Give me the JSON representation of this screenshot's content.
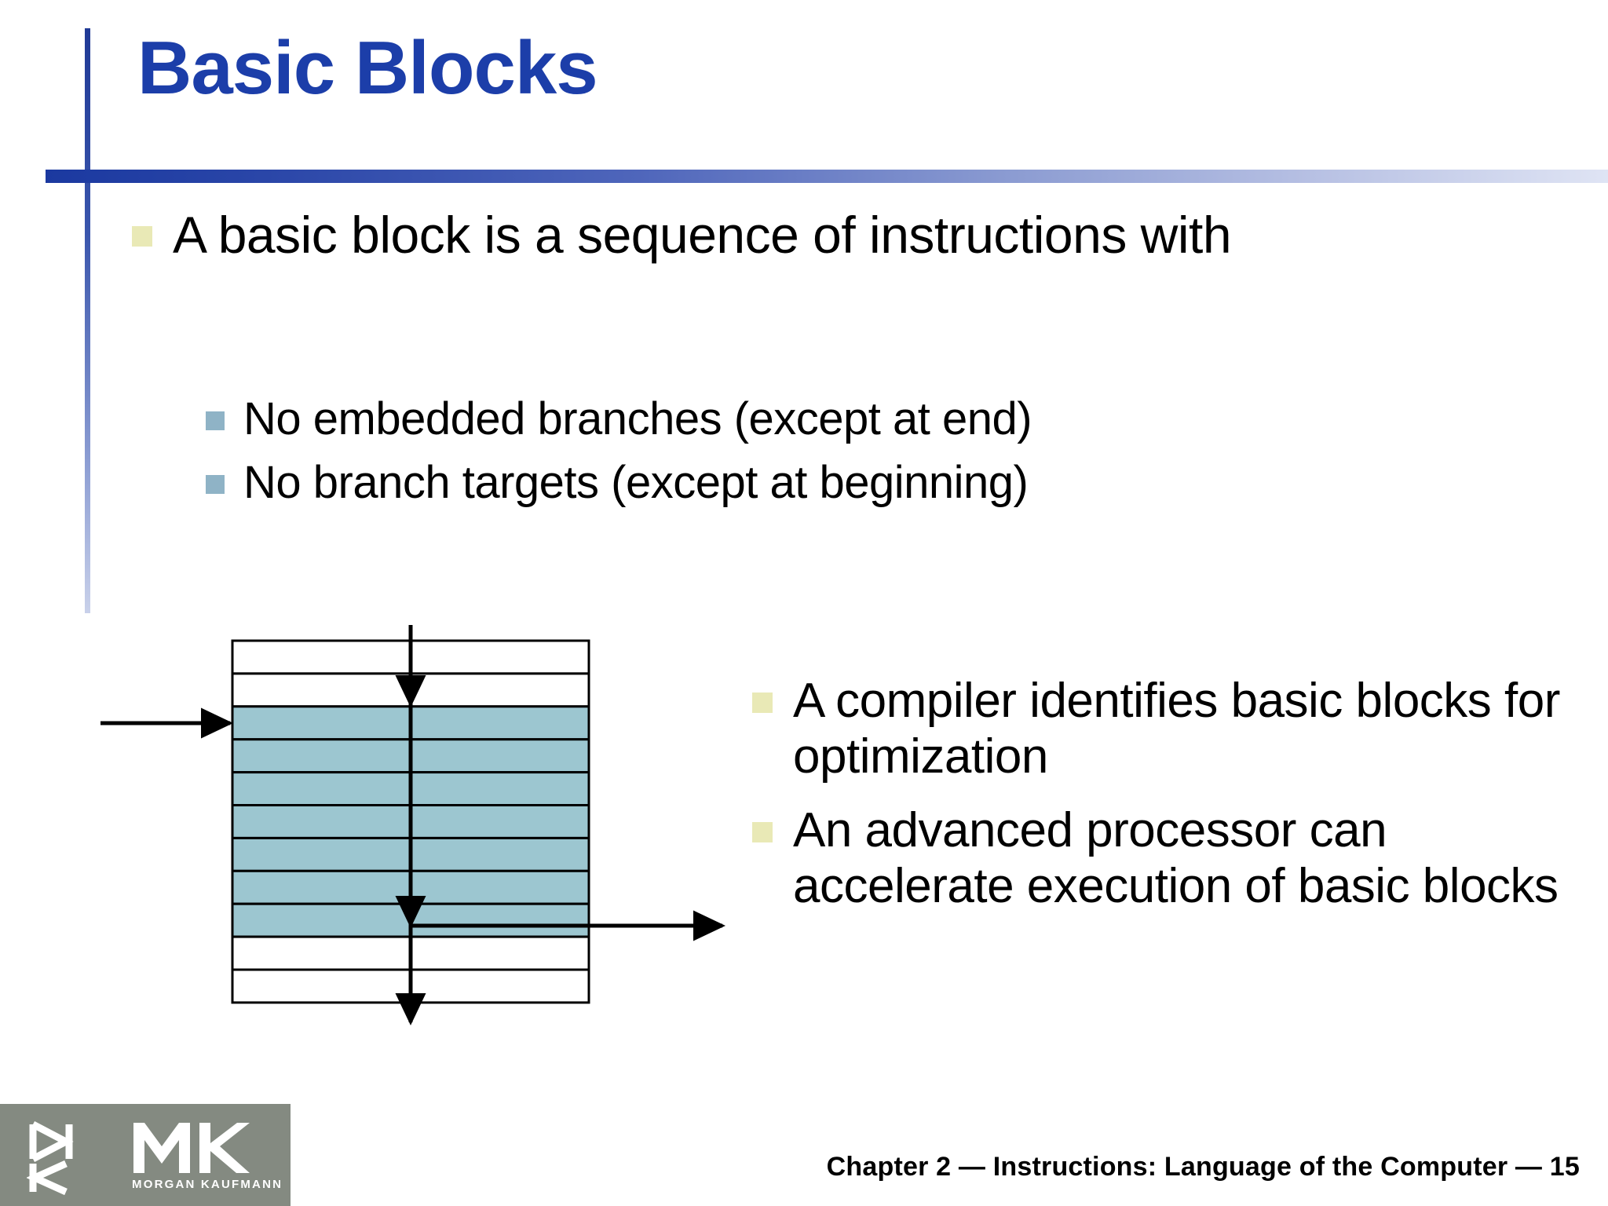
{
  "slide": {
    "title": "Basic Blocks",
    "title_color": "#1c3ea9",
    "accent_bar_color": "#1b39a0",
    "background": "#ffffff"
  },
  "body": {
    "level1_bullet_color": "#e9e9b6",
    "level2_bullet_color": "#8fb3c6",
    "main_point": "A basic block is a sequence of instructions with",
    "sub_points": [
      "No embedded branches (except at end)",
      "No branch targets (except at beginning)"
    ]
  },
  "right_column": {
    "points": [
      "A compiler identifies basic blocks for optimization",
      "An advanced processor can accelerate execution of basic blocks"
    ]
  },
  "diagram": {
    "name": "basic-block-instruction-stream",
    "row_count": 11,
    "highlighted_rows": [
      3,
      4,
      5,
      6,
      7,
      8,
      9
    ],
    "highlight_fill": "#9cc6d0",
    "plain_fill": "#ffffff",
    "stroke": "#000000",
    "entry_arrow_label": "branch target entering the basic block",
    "fallthrough_arrow_label": "sequential instruction flow",
    "exit_arrow_label": "branch leaving the basic block"
  },
  "footer": {
    "text": "Chapter 2 — Instructions: Language of the Computer — 15"
  },
  "logo": {
    "mark": "MK",
    "wordmark": "MORGAN KAUFMANN",
    "background": "#848a81"
  }
}
